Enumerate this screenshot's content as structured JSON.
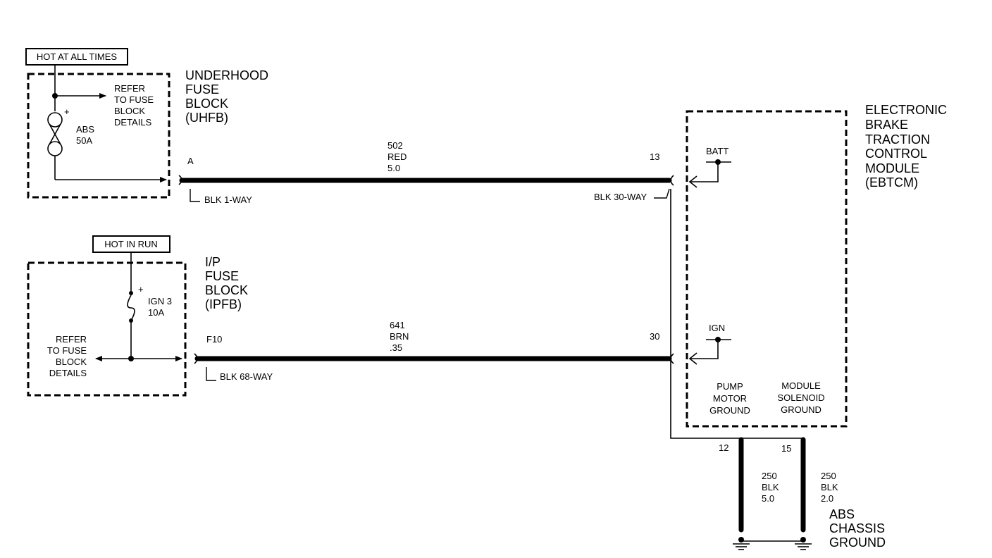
{
  "uhfb": {
    "tag": "HOT AT ALL TIMES",
    "name_lines": [
      "UNDERHOOD",
      "FUSE",
      "BLOCK",
      "(UHFB)"
    ],
    "refer_lines": [
      "REFER",
      "TO FUSE",
      "BLOCK",
      "DETAILS"
    ],
    "fuse_lines": [
      "ABS",
      "50A"
    ],
    "fuse_polarity": "+",
    "terminal": "A",
    "connector": "BLK 1-WAY"
  },
  "ipfb": {
    "tag": "HOT IN RUN",
    "name_lines": [
      "I/P",
      "FUSE",
      "BLOCK",
      "(IPFB)"
    ],
    "refer_lines": [
      "REFER",
      "TO FUSE",
      "BLOCK",
      "DETAILS"
    ],
    "fuse_lines": [
      "IGN 3",
      "10A"
    ],
    "fuse_polarity": "+",
    "terminal": "F10",
    "connector": "BLK 68-WAY"
  },
  "wire_batt": {
    "label_lines": [
      "502",
      "RED",
      "5.0"
    ],
    "module_terminal": "13",
    "module_connector": "BLK 30-WAY"
  },
  "wire_ign": {
    "label_lines": [
      "641",
      "BRN",
      ".35"
    ],
    "module_terminal": "30"
  },
  "ebtcm": {
    "name_lines": [
      "ELECTRONIC",
      "BRAKE",
      "TRACTION",
      "CONTROL",
      "MODULE",
      "(EBTCM)"
    ],
    "batt_label": "BATT",
    "ign_label": "IGN",
    "pump_lines": [
      "PUMP",
      "MOTOR",
      "GROUND"
    ],
    "solenoid_lines": [
      "MODULE",
      "SOLENOID",
      "GROUND"
    ]
  },
  "ground_wires": [
    {
      "terminal": "12",
      "label_lines": [
        "250",
        "BLK",
        "5.0"
      ]
    },
    {
      "terminal": "15",
      "label_lines": [
        "250",
        "BLK",
        "2.0"
      ]
    }
  ],
  "ground": {
    "name_lines": [
      "ABS",
      "CHASSIS",
      "GROUND"
    ]
  },
  "colors": {
    "ink": "#000000",
    "background": "#ffffff"
  }
}
